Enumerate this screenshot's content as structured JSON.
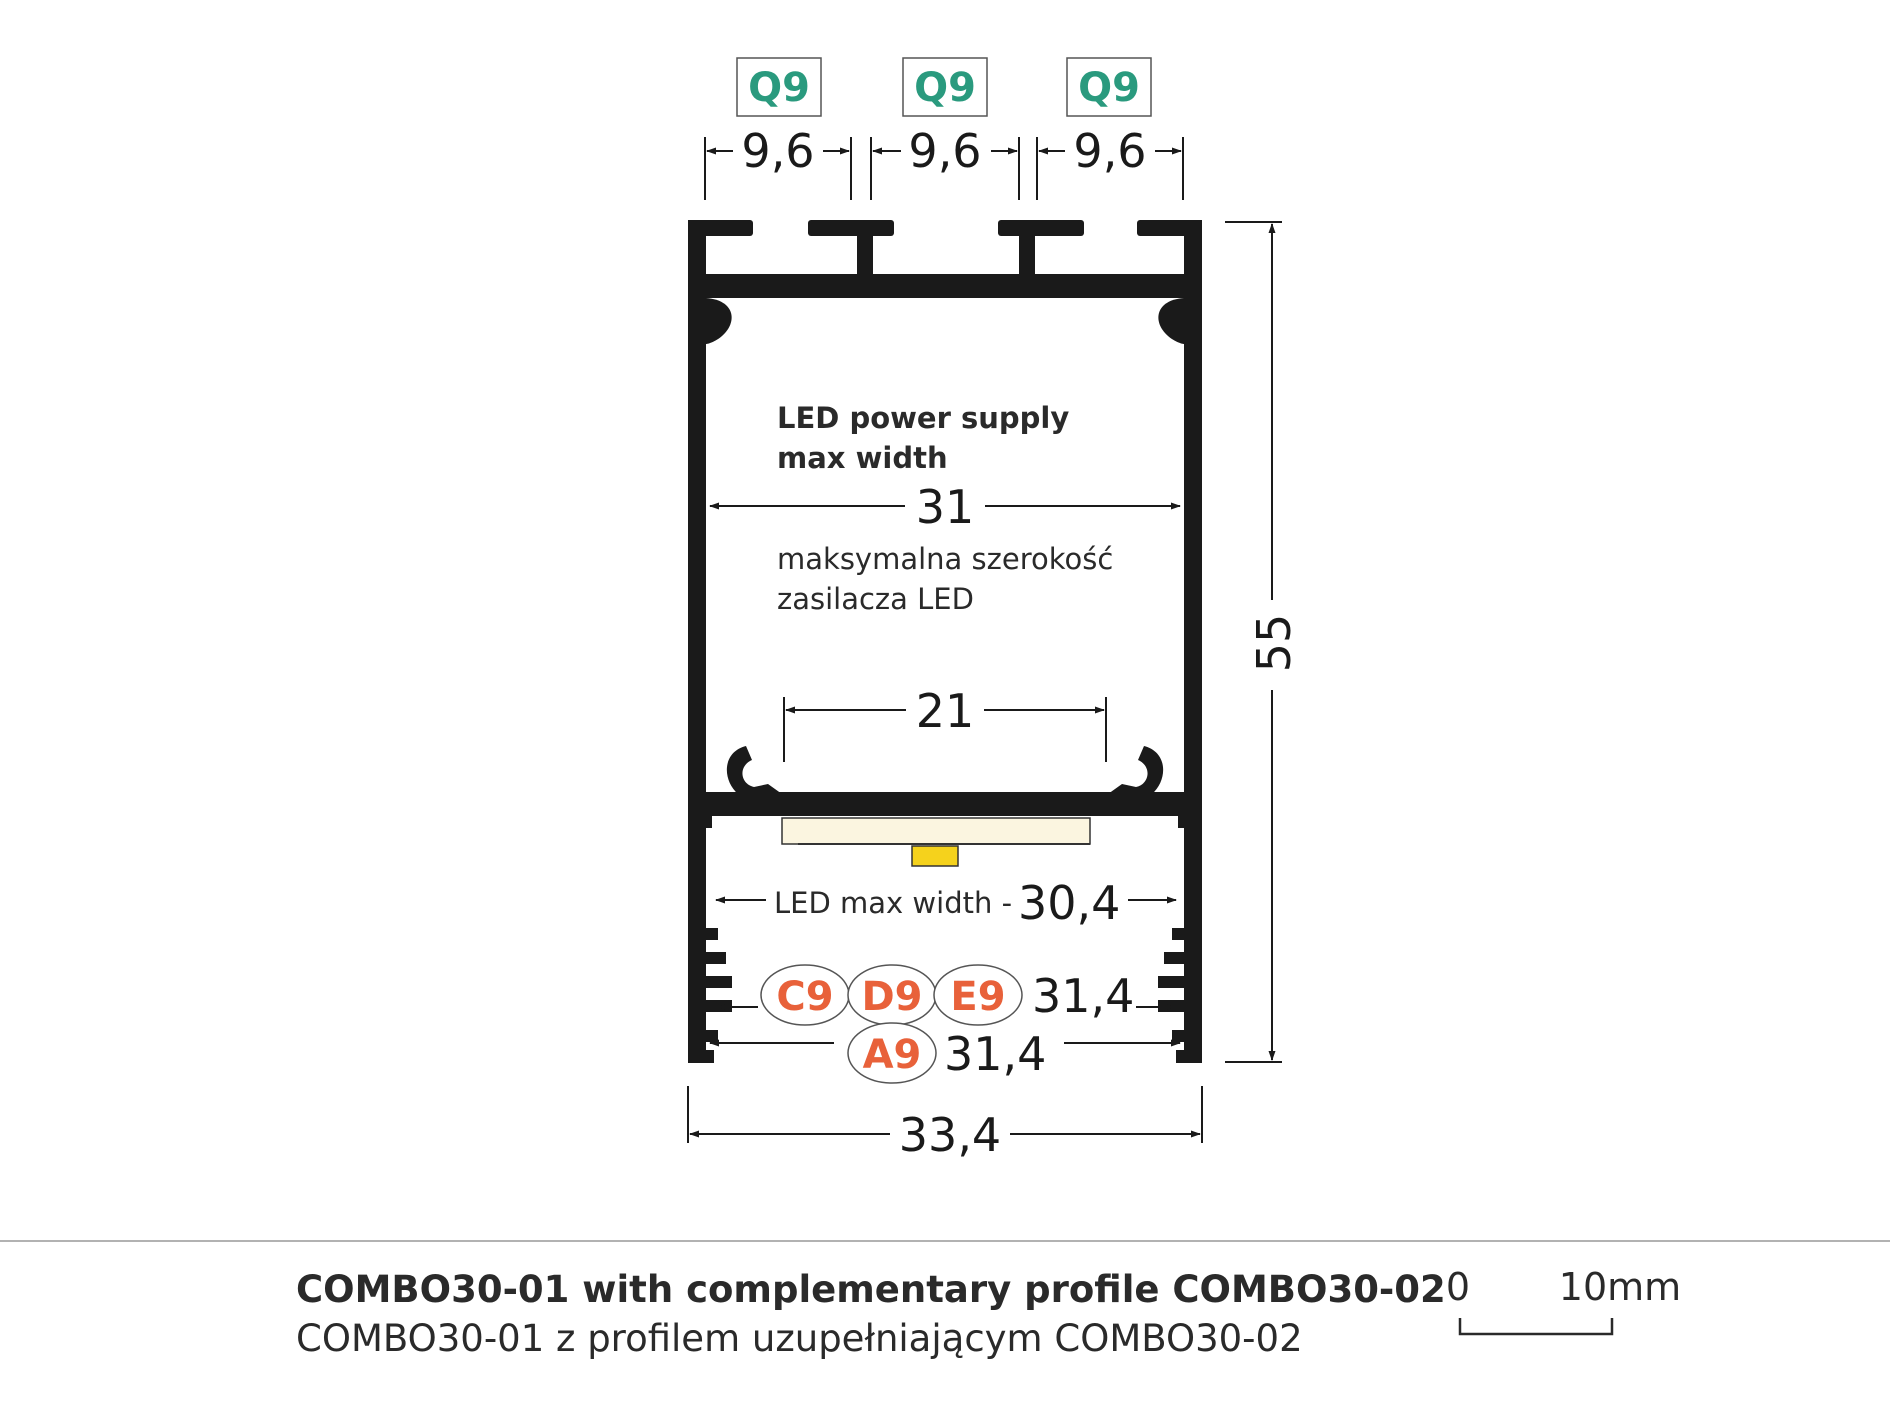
{
  "badges": {
    "top": [
      "Q9",
      "Q9",
      "Q9"
    ],
    "bottom_row1": [
      "C9",
      "D9",
      "E9"
    ],
    "bottom_row2": [
      "A9"
    ]
  },
  "dimensions": {
    "top_slots": [
      "9,6",
      "9,6",
      "9,6"
    ],
    "height": "55",
    "power_supply_width": "31",
    "mount_width": "21",
    "led_width": "30,4",
    "row1_width": "31,4",
    "row2_width": "31,4",
    "overall_width": "33,4"
  },
  "notes": {
    "power_en_line1": "LED power supply",
    "power_en_line2": "max width",
    "power_pl_line1": "maksymalna szerokość",
    "power_pl_line2": "zasilacza LED",
    "led_max_width": "LED max width -"
  },
  "caption": {
    "line1": "COMBO30-01 with complementary profile COMBO30-02",
    "line2": "COMBO30-01 z profilem uzupełniającym COMBO30-02"
  },
  "scale": {
    "start": "0",
    "end": "10mm"
  },
  "colors": {
    "profile": "#1a1a1a",
    "badge_teal": "#2a9a7e",
    "badge_orange": "#e8613a",
    "led_strip": "#fbf5e0",
    "led_chip": "#f5d21c"
  }
}
